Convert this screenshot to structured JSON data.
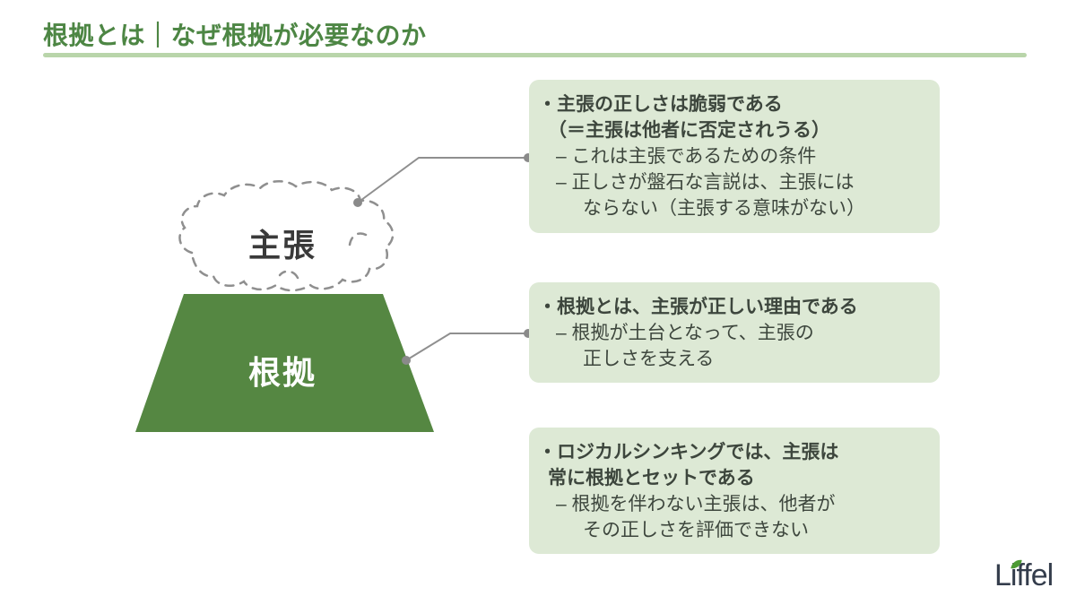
{
  "title": "根拠とは｜なぜ根拠が必要なのか",
  "colors": {
    "title_green": "#4d8644",
    "underline_green": "#b9d5aa",
    "trapezoid_green": "#558742",
    "box_bg": "#dde9d5",
    "box_text": "#3d463d",
    "claim_text": "#3a3a3a",
    "connector_gray": "#8f8f8f",
    "dot_gray": "#8a8a8a",
    "logo_navy": "#343d4c",
    "logo_leaf_green": "#4c9a33"
  },
  "diagram": {
    "claim_label": "主張",
    "evidence_label": "根拠"
  },
  "boxes": [
    {
      "lines": [
        "・主張の正しさは脆弱である",
        "（＝主張は他者に否定されうる）",
        "– これは主張であるための条件",
        "– 正しさが盤石な言説は、主張には",
        "ならない（主張する意味がない）"
      ]
    },
    {
      "lines": [
        "・根拠とは、主張が正しい理由である",
        "– 根拠が土台となって、主張の",
        "正しさを支える"
      ]
    },
    {
      "lines": [
        "・ロジカルシンキングでは、主張は",
        "常に根拠とセットである",
        "– 根拠を伴わない主張は、他者が",
        "その正しさを評価できない"
      ]
    }
  ],
  "logo": {
    "text": "Liffel",
    "leaf_icon": "leaf"
  }
}
